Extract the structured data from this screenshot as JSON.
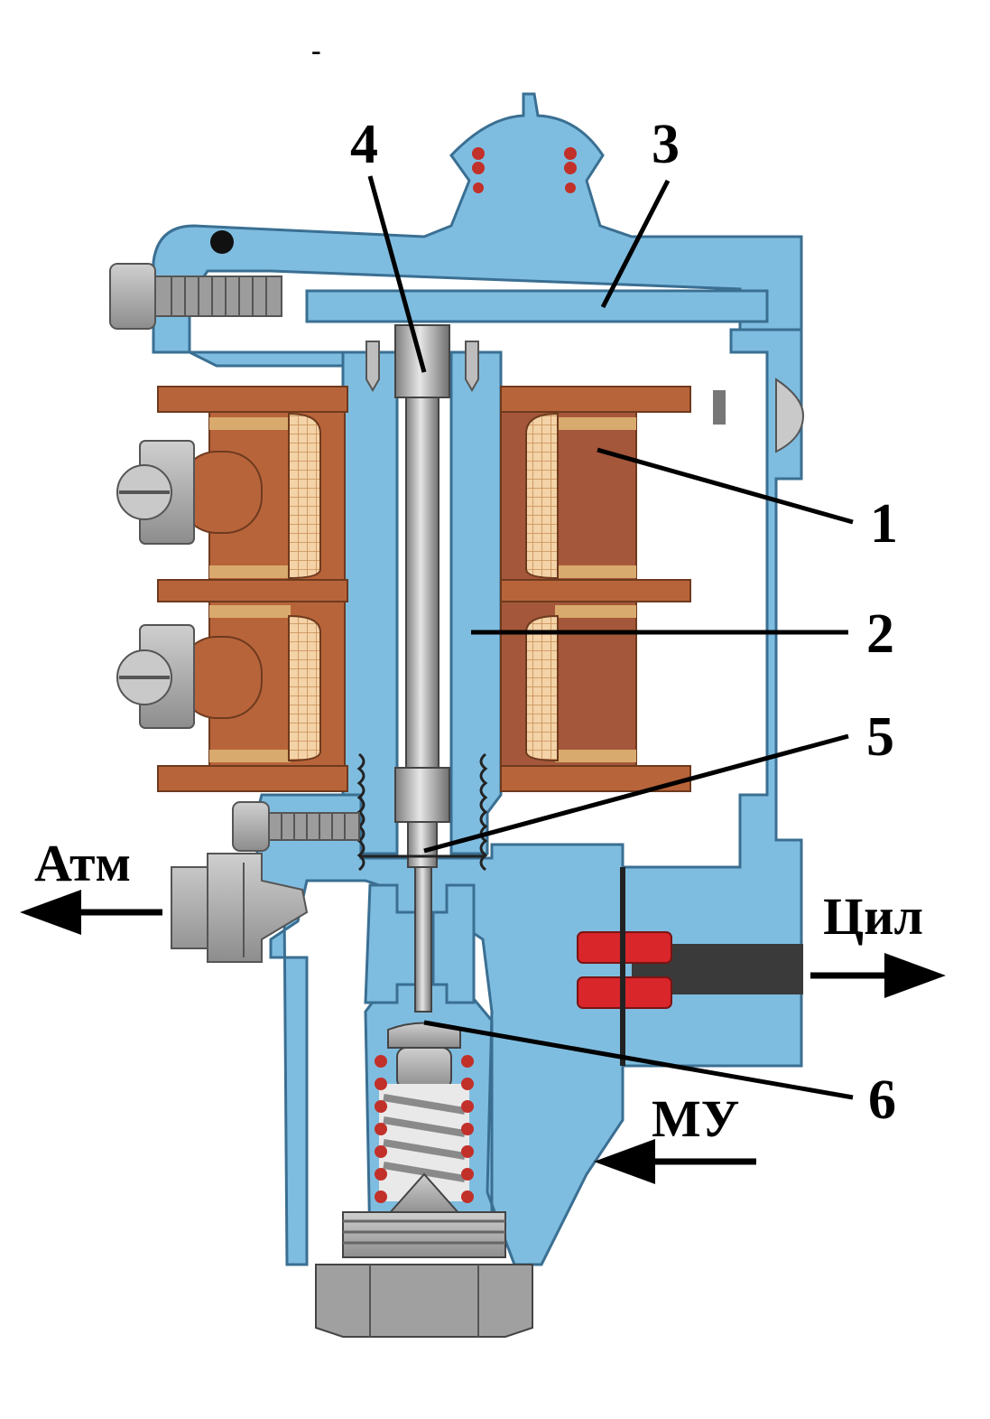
{
  "diagram": {
    "stray_mark": "-",
    "callouts": [
      "1",
      "2",
      "3",
      "4",
      "5",
      "6"
    ],
    "ports": {
      "atm": "Атм",
      "cyl": "Цил",
      "mu": "МУ"
    },
    "colors": {
      "body": "#7fbde0",
      "body_stroke": "#3a6f92",
      "coil": "#b8643a",
      "coil_dark": "#8c4a2a",
      "winding": "#f0c28e",
      "steel": "#a8a8a8",
      "seal_red": "#d8262a",
      "spring_red": "#c2302a",
      "arrow": "#000000"
    },
    "icons": [
      "screw-icon",
      "arrow-left-icon",
      "arrow-right-icon",
      "arrow-left-icon"
    ]
  }
}
